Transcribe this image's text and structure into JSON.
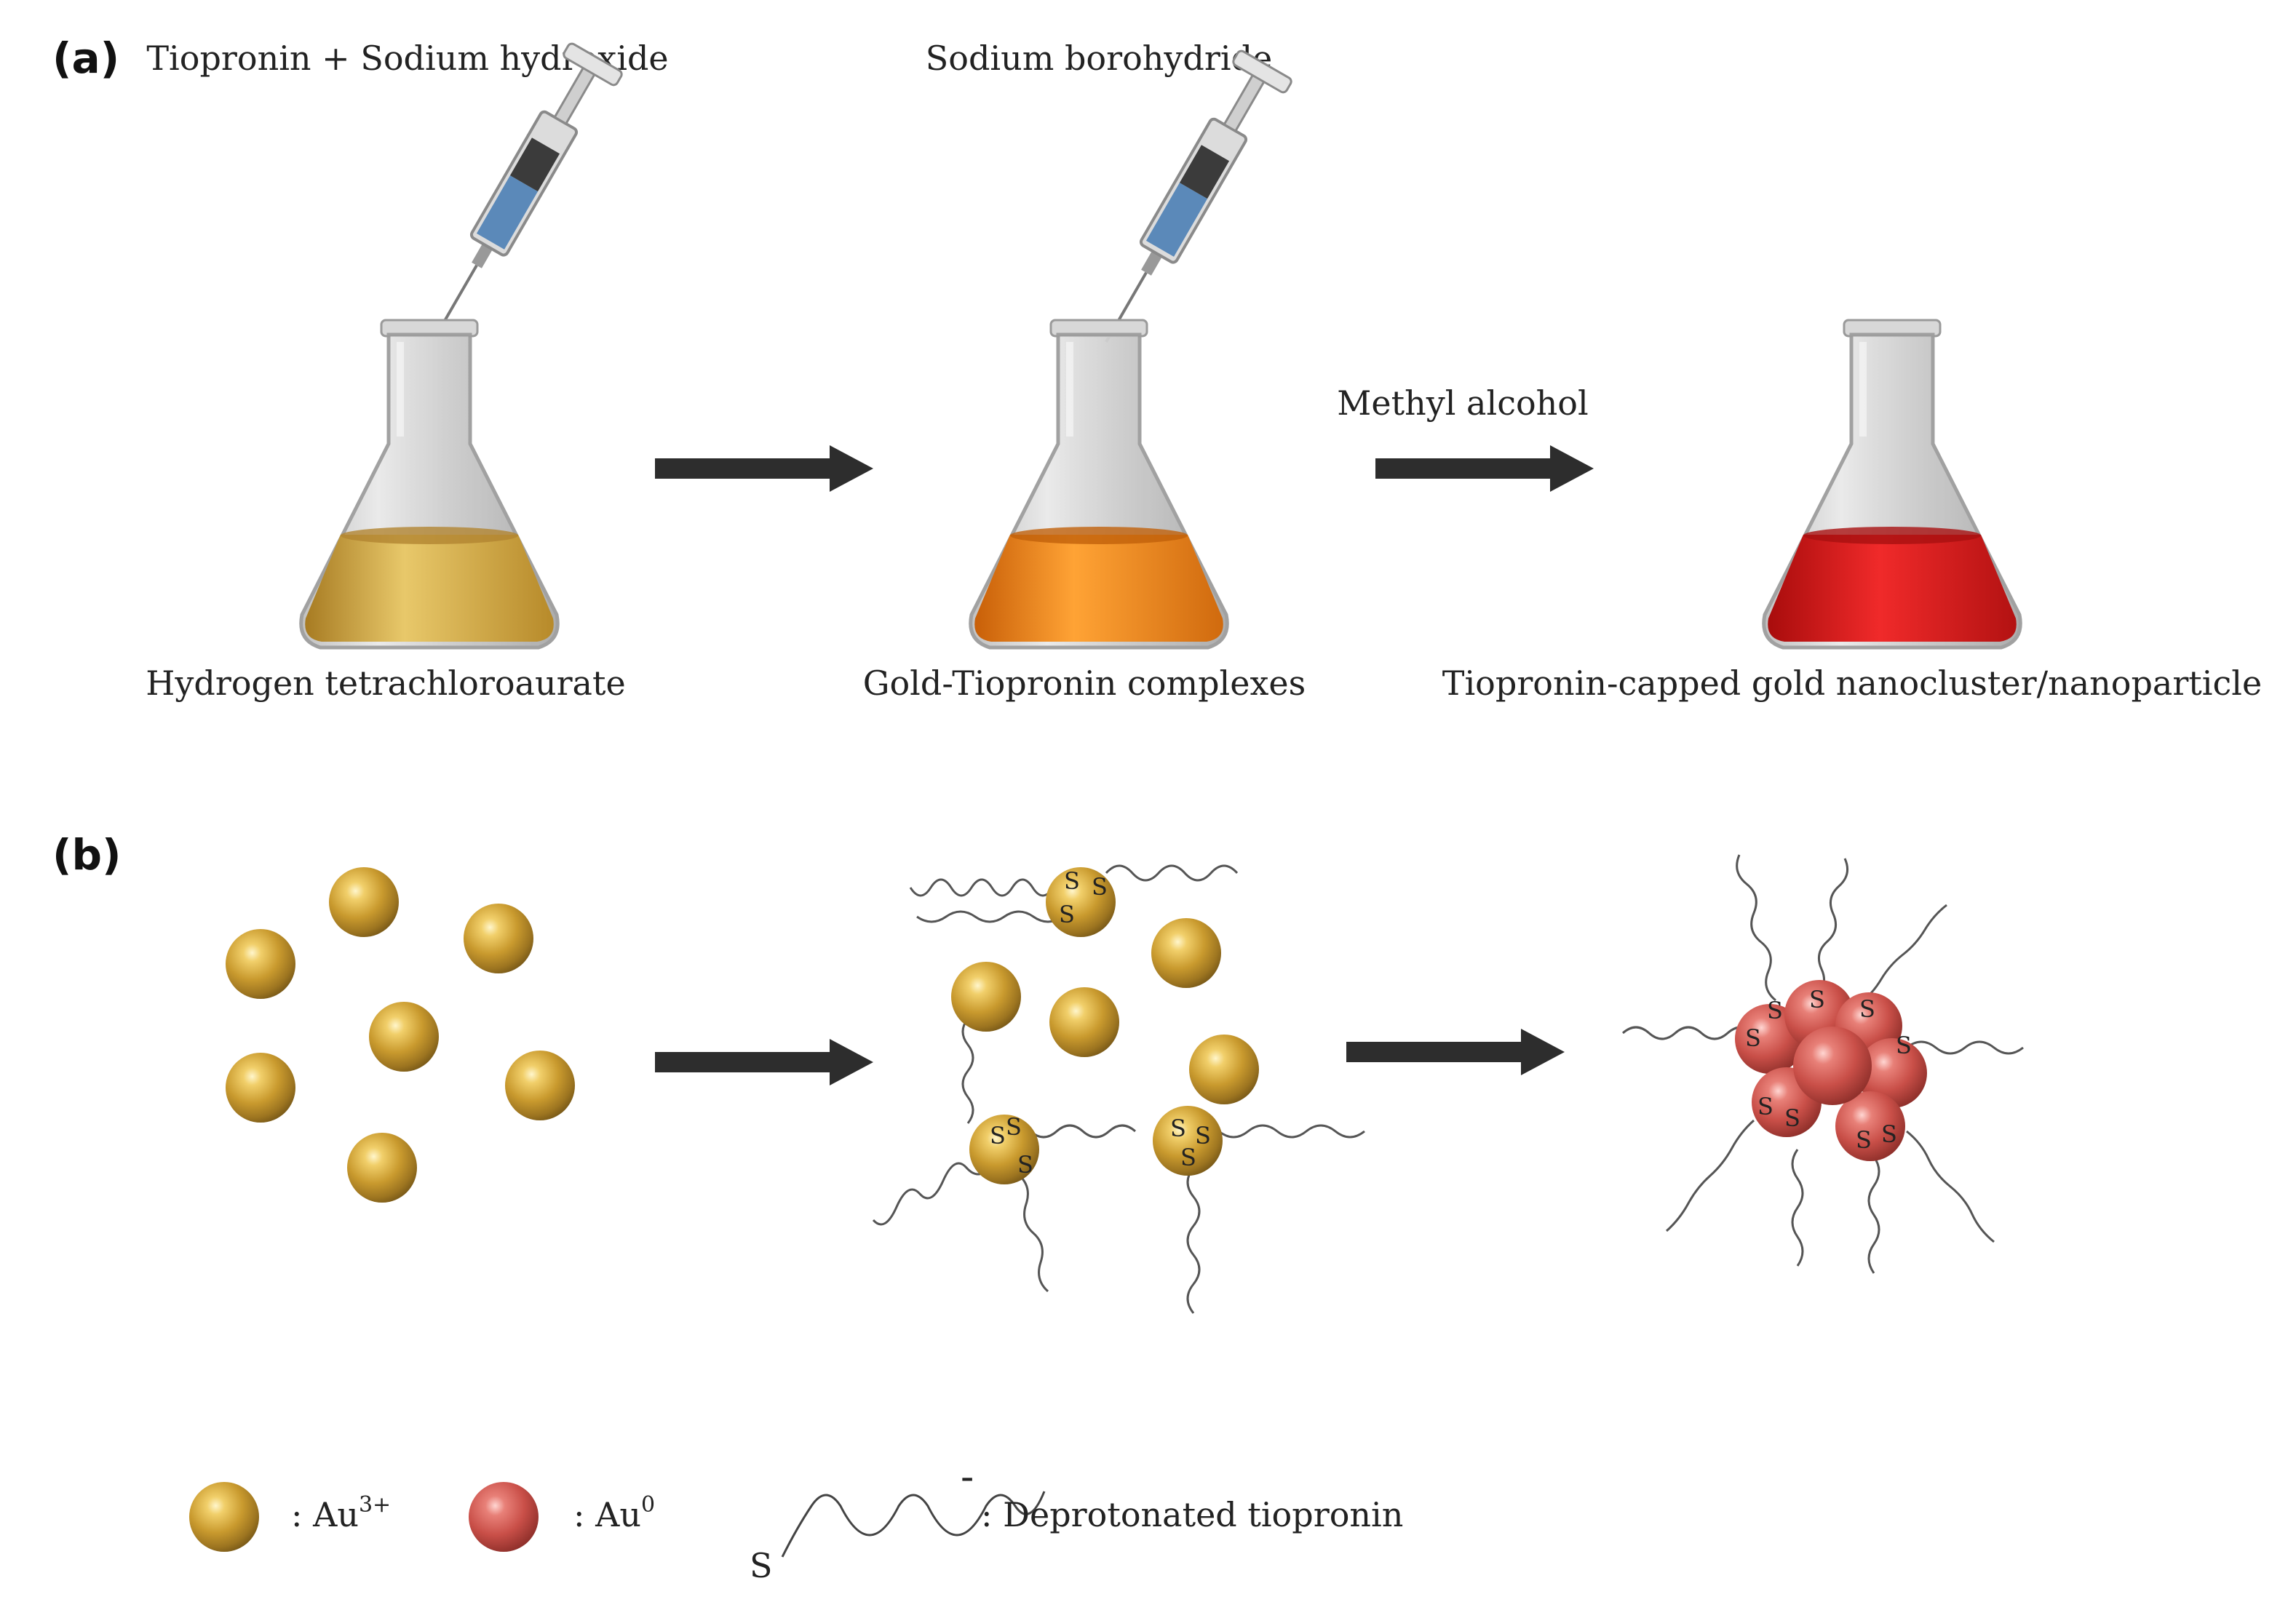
{
  "panel_a": {
    "label": "(a)",
    "reagent_1": "Tiopronin + Sodium hydroxide",
    "reagent_2": "Sodium borohydride",
    "arrow_2_label": "Methyl alcohol",
    "flask_1_label": "Hydrogen tetrachloroaurate",
    "flask_2_label": "Gold-Tiopronin complexes",
    "flask_3_label": "Tiopronin-capped gold nanocluster/nanoparticle",
    "flask_colors": [
      "#d9a93a",
      "#f08a1c",
      "#e01c1c"
    ],
    "syringe_fluid_color": "#5b89b9"
  },
  "panel_b": {
    "label": "(b)",
    "sulfur_symbol": "S",
    "charge_symbol": "-",
    "gold_color": "#d7a73a",
    "reduced_color": "#d9605a"
  },
  "legend": {
    "au3_label": ": Au",
    "au3_sup": "3+",
    "au0_label": ": Au",
    "au0_sup": "0",
    "tiopronin_label": ": Deprotonated tiopronin",
    "tiopronin_s": "S",
    "tiopronin_charge": "-"
  }
}
